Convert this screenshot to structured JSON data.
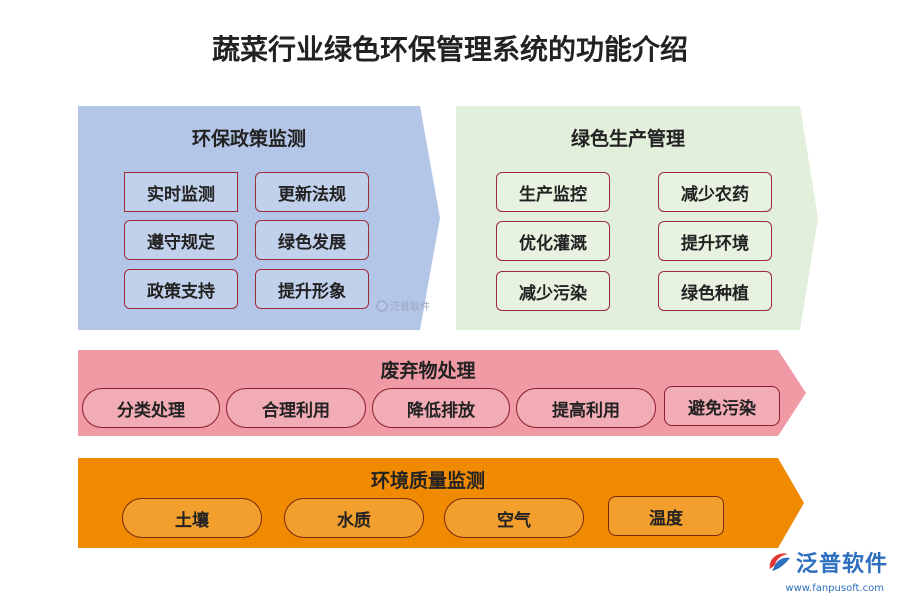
{
  "title": "蔬菜行业绿色环保管理系统的功能介绍",
  "colors": {
    "policy_bg": "#b4c6e7",
    "green_bg": "#e2efda",
    "waste_bg": "#f09aa5",
    "env_bg": "#f08a00"
  },
  "panels": {
    "policy": {
      "title": "环保政策监测",
      "items": [
        "实时监测",
        "更新法规",
        "遵守规定",
        "绿色发展",
        "政策支持",
        "提升形象"
      ]
    },
    "green": {
      "title": "绿色生产管理",
      "items": [
        "生产监控",
        "减少农药",
        "优化灌溉",
        "提升环境",
        "减少污染",
        "绿色种植"
      ]
    },
    "waste": {
      "title": "废弃物处理",
      "items": [
        "分类处理",
        "合理利用",
        "降低排放",
        "提高利用",
        "避免污染"
      ]
    },
    "env": {
      "title": "环境质量监测",
      "items": [
        "土壤",
        "水质",
        "空气",
        "温度"
      ]
    }
  },
  "watermark": "泛普软件",
  "logo": {
    "name": "泛普软件",
    "url": "www.fanpusoft.com",
    "icon": "fanpu-logo-icon"
  }
}
